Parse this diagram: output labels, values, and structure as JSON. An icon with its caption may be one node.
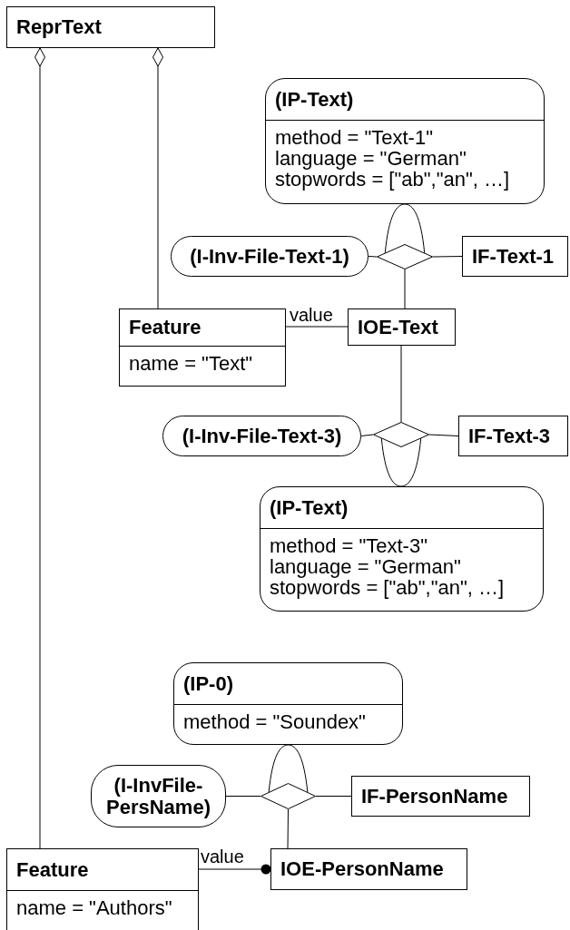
{
  "diagram": {
    "nodes": [
      {
        "text": [
          "ReprText"
        ]
      },
      {
        "text": [
          "(IP-Text)",
          "method = \"Text-1\"",
          "language = \"German\"",
          "stopwords = [\"ab\",\"an\", …]"
        ]
      },
      {
        "text": [
          "(I-Inv-File-Text-1)"
        ]
      },
      {
        "text": [],
        "shape": "diamond"
      },
      {
        "text": [
          "IF-Text-1"
        ]
      },
      {
        "text": [
          "Feature",
          "name = \"Text\""
        ]
      },
      {
        "text": [
          "IOE-Text"
        ]
      },
      {
        "text": [
          "(I-Inv-File-Text-3)"
        ]
      },
      {
        "text": [],
        "shape": "diamond"
      },
      {
        "text": [
          "IF-Text-3"
        ]
      },
      {
        "text": [
          "(IP-Text)",
          "method = \"Text-3\"",
          "language = \"German\"",
          "stopwords = [\"ab\",\"an\", …]"
        ]
      },
      {
        "text": [
          "(IP-0)",
          "method = \"Soundex\""
        ]
      },
      {
        "text": [
          "(I-InvFile-PersName)"
        ]
      },
      {
        "text": [],
        "shape": "diamond"
      },
      {
        "text": [
          "IF-PersonName"
        ]
      },
      {
        "text": [
          "Feature",
          "name = \"Authors\""
        ]
      },
      {
        "text": [
          "IOE-PersonName"
        ]
      }
    ],
    "edges": [
      {
        "from": 0,
        "to": 15,
        "arrow": "other"
      },
      {
        "from": 0,
        "to": 5,
        "arrow": "other"
      },
      {
        "from": 3,
        "to": 1,
        "arrow": "none"
      },
      {
        "from": 2,
        "to": 3,
        "arrow": "none"
      },
      {
        "from": 3,
        "to": 4,
        "arrow": "none"
      },
      {
        "from": 3,
        "to": 6,
        "arrow": "none"
      },
      {
        "from": 5,
        "to": 6,
        "arrow": "none",
        "label": "value"
      },
      {
        "from": 6,
        "to": 8,
        "arrow": "none"
      },
      {
        "from": 7,
        "to": 8,
        "arrow": "none"
      },
      {
        "from": 8,
        "to": 9,
        "arrow": "none"
      },
      {
        "from": 8,
        "to": 10,
        "arrow": "none"
      },
      {
        "from": 13,
        "to": 11,
        "arrow": "none"
      },
      {
        "from": 12,
        "to": 13,
        "arrow": "none"
      },
      {
        "from": 13,
        "to": 14,
        "arrow": "none"
      },
      {
        "from": 13,
        "to": 16,
        "arrow": "none"
      },
      {
        "from": 15,
        "to": 16,
        "arrow": "other",
        "label": "value"
      }
    ]
  }
}
